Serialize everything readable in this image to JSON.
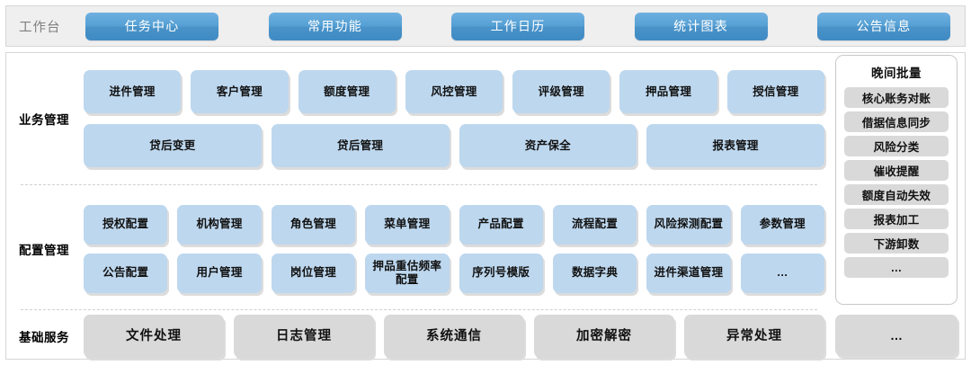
{
  "topbar": {
    "workbench_label": "工作台",
    "buttons": [
      {
        "label": "任务中心"
      },
      {
        "label": "常用功能"
      },
      {
        "label": "工作日历"
      },
      {
        "label": "统计图表"
      },
      {
        "label": "公告信息"
      }
    ],
    "accent_color": "#4a93c9",
    "background_color": "#efefef"
  },
  "sections": [
    {
      "label": "业务管理",
      "tile_color": "#bdd7ee",
      "rows": [
        [
          "进件管理",
          "客户管理",
          "额度管理",
          "风控管理",
          "评级管理",
          "押品管理",
          "授信管理"
        ],
        [
          "贷后变更",
          "贷后管理",
          "资产保全",
          "报表管理"
        ]
      ]
    },
    {
      "label": "配置管理",
      "tile_color": "#bdd7ee",
      "rows": [
        [
          "授权配置",
          "机构管理",
          "角色管理",
          "菜单管理",
          "产品配置",
          "流程配置",
          "风险探测配置",
          "参数管理"
        ],
        [
          "公告配置",
          "用户管理",
          "岗位管理",
          "押品重估频率配置",
          "序列号模版",
          "数据字典",
          "进件渠道管理",
          "…"
        ]
      ]
    },
    {
      "label": "基础服务",
      "tile_color": "#d9d9d9",
      "rows": [
        [
          "文件处理",
          "日志管理",
          "系统通信",
          "加密解密",
          "异常处理"
        ]
      ]
    }
  ],
  "batch_panel": {
    "title": "晚间批量",
    "items": [
      "核心账务对账",
      "借据信息同步",
      "风险分类",
      "催收提醒",
      "额度自动失效",
      "报表加工",
      "下游卸数",
      "…"
    ],
    "item_color": "#d9d9d9"
  },
  "batch_extra": {
    "label": "…"
  }
}
